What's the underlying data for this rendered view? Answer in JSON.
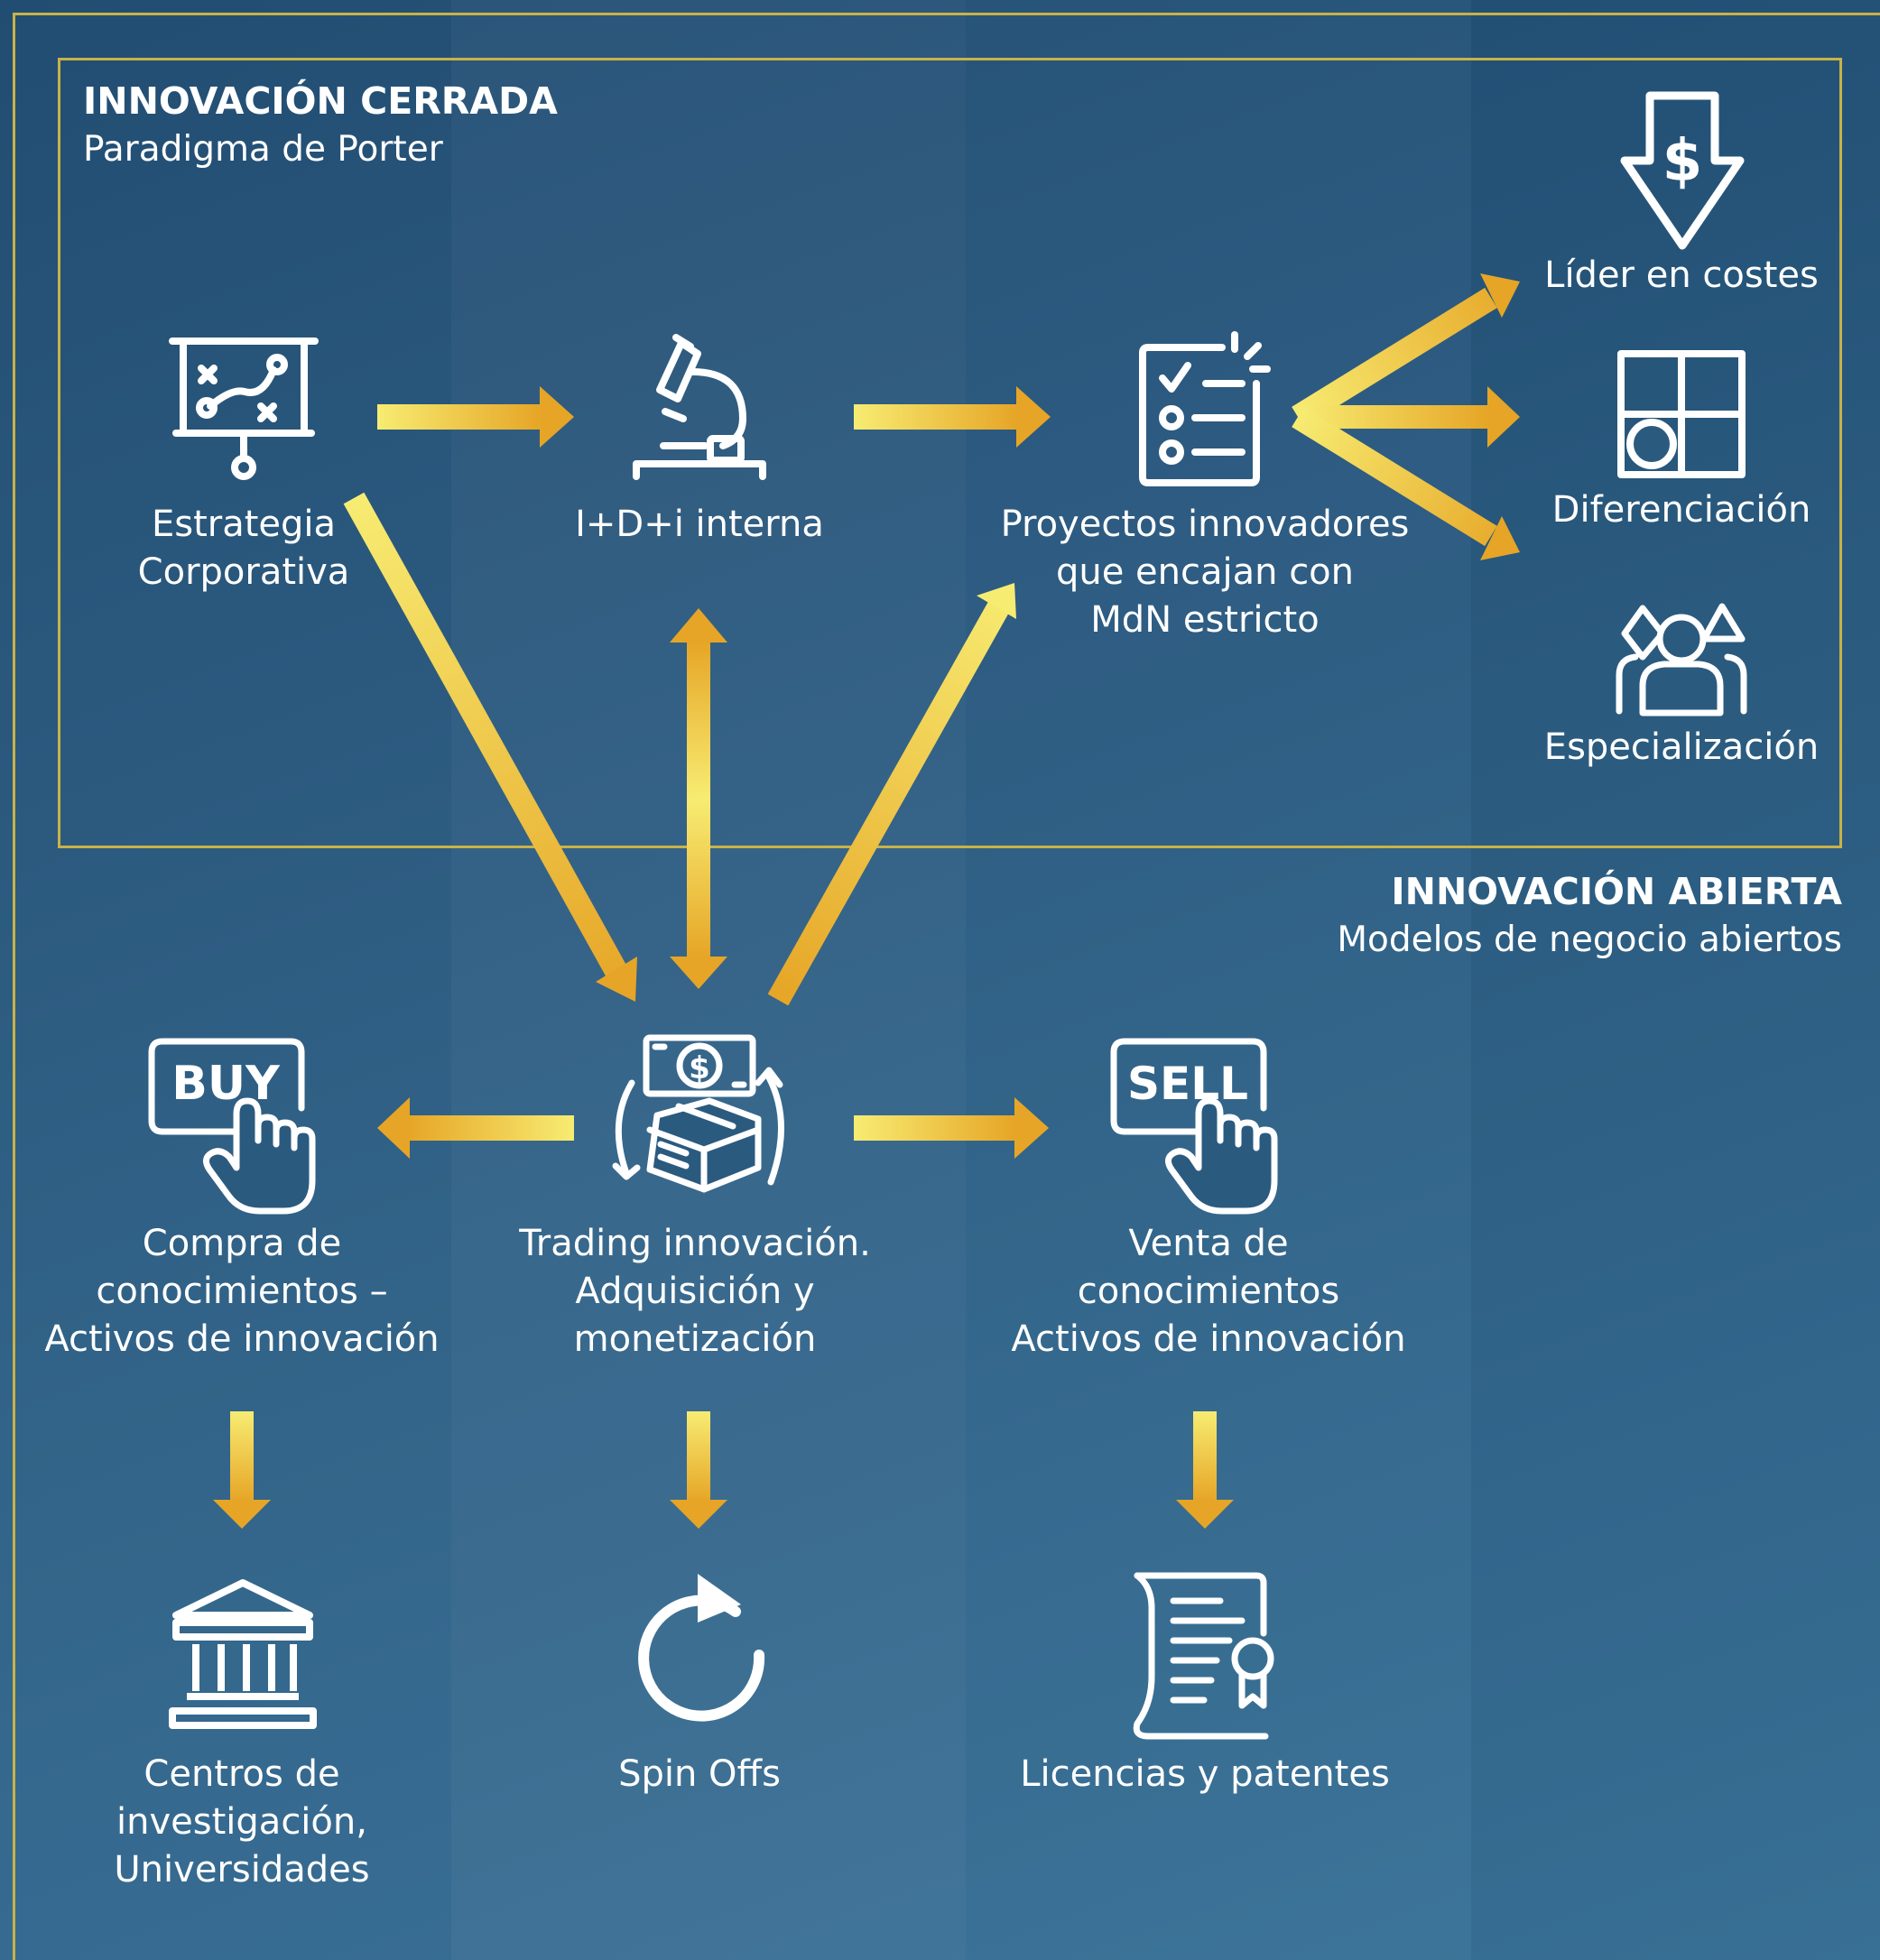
{
  "closed": {
    "title": "INNOVACIÓN CERRADA",
    "subtitle": "Paradigma de Porter"
  },
  "open": {
    "title": "INNOVACIÓN ABIERTA",
    "subtitle": "Modelos de negocio abiertos"
  },
  "nodes": {
    "strategy": "Estrategia\nCorporativa",
    "rnd": "I+D+i interna",
    "projects": "Proyectos innovadores\nque encajan con\nMdN estricto",
    "cost": "Líder en costes",
    "diff": "Diferenciación",
    "spec": "Especialización",
    "buy": "Compra de\nconocimientos –\nActivos de innovación",
    "trading": "Trading innovación.\nAdquisición y\nmonetización",
    "sell": "Venta de\nconocimientos\nActivos de innovación",
    "research": "Centros de\ninvestigación,\nUniversidades",
    "spinoffs": "Spin Offs",
    "licenses": "Licencias y patentes"
  },
  "icons": {
    "buy_text": "BUY",
    "sell_text": "SELL",
    "dollar": "$"
  },
  "colors": {
    "arrow_light": "#f7ec72",
    "arrow_dark": "#e6a526",
    "frame": "#c8b248",
    "text": "#ffffff"
  }
}
